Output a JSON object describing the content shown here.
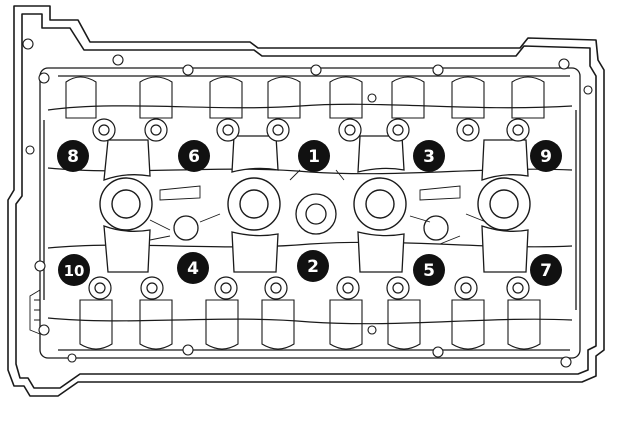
{
  "colors": {
    "line": "#1a1a1a",
    "marker_fill": "#111111",
    "marker_text": "#ffffff",
    "background": "#ffffff"
  },
  "markers": [
    {
      "label": "1"
    },
    {
      "label": "2"
    },
    {
      "label": "3"
    },
    {
      "label": "4"
    },
    {
      "label": "5"
    },
    {
      "label": "6"
    },
    {
      "label": "7"
    },
    {
      "label": "8"
    },
    {
      "label": "9"
    },
    {
      "label": "10"
    }
  ]
}
